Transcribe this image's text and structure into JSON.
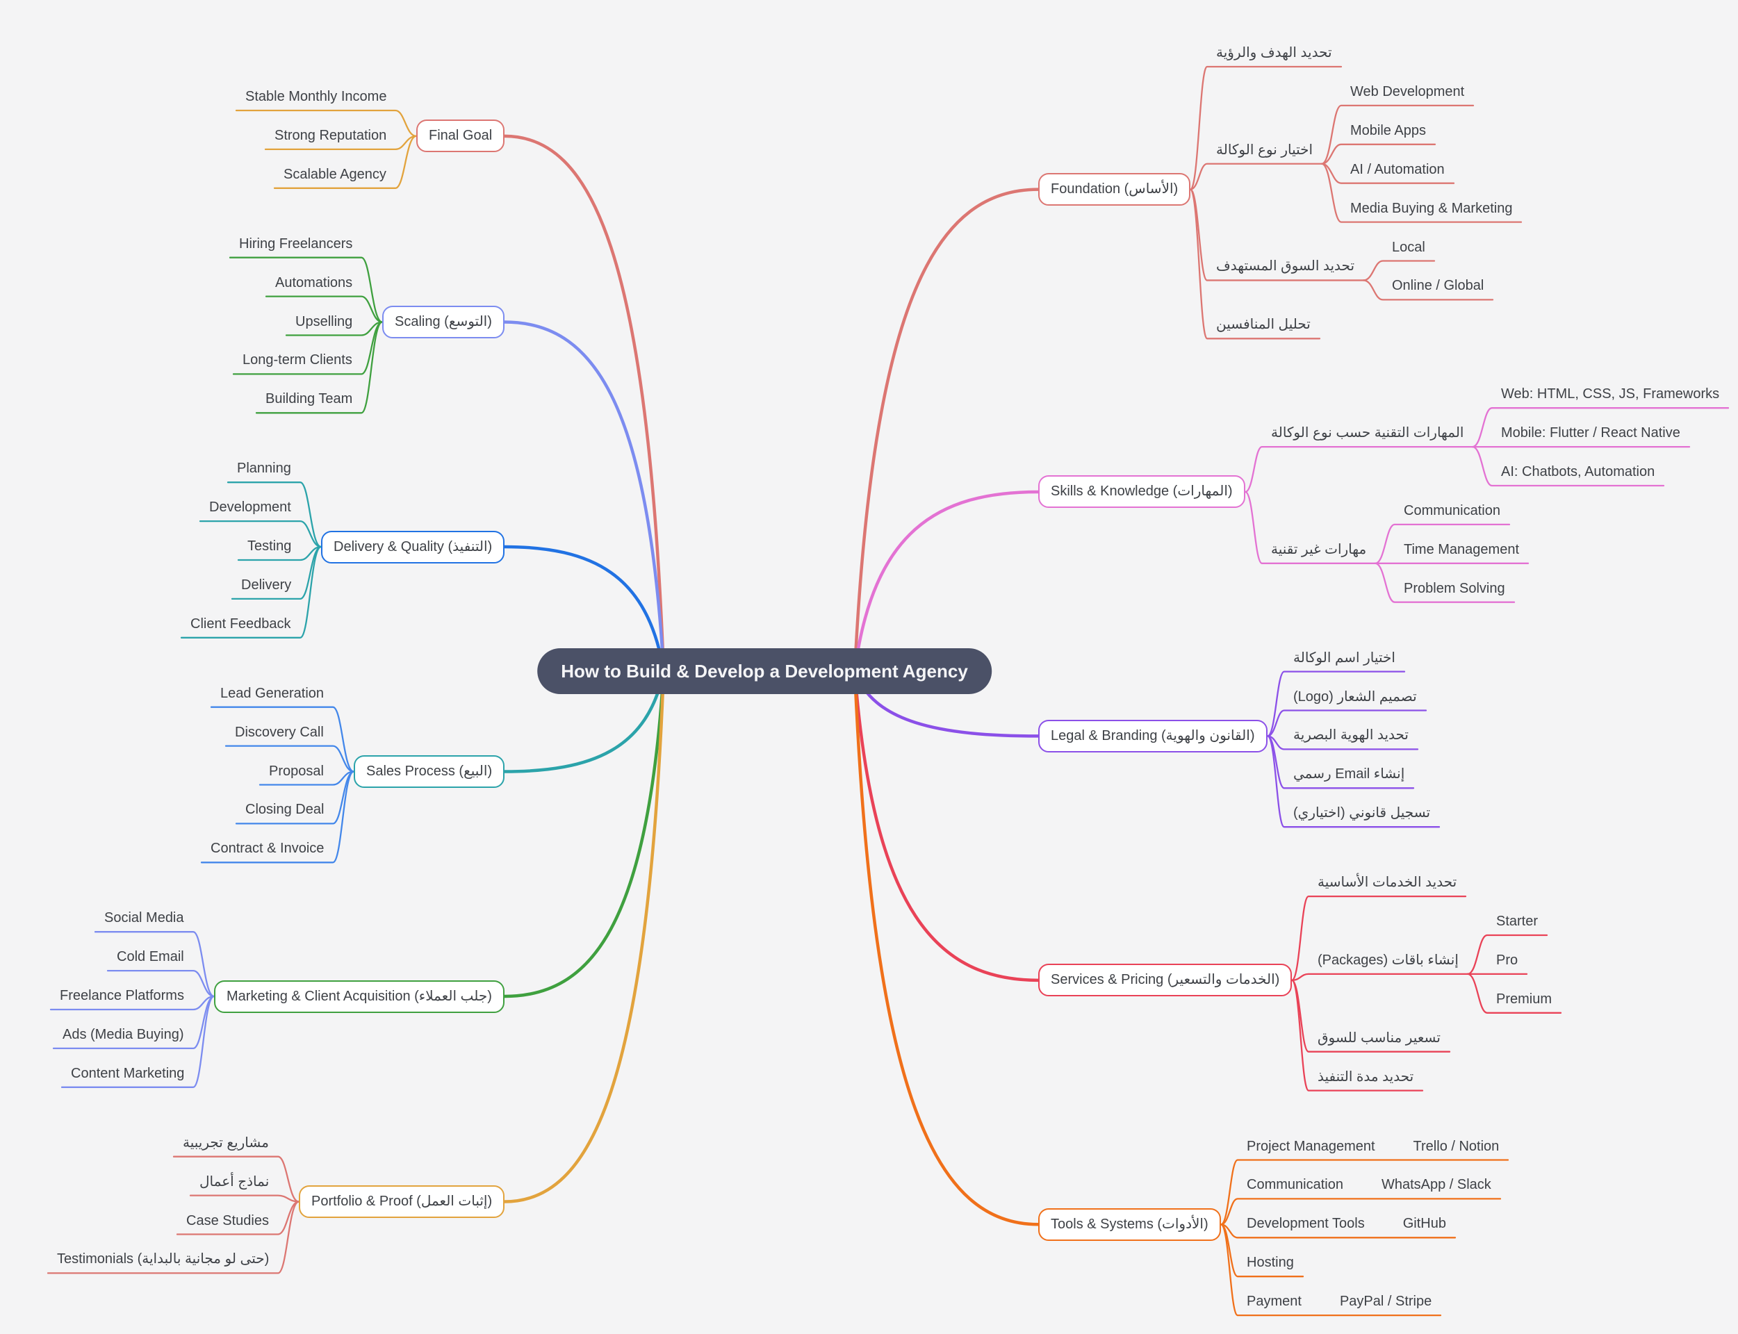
{
  "title": "How to Build & Develop a Development Agency",
  "background": "#f4f4f5",
  "text_color": "#3e4146",
  "root": {
    "label": "How to Build & Develop a Development Agency",
    "bg": "#4b5167",
    "text": "#f5f5f7"
  },
  "left_branches": [
    {
      "label": "Final Goal",
      "box_color": "#dc7672",
      "line_color": "#e2a33d",
      "children": [
        {
          "label": "Stable Monthly Income"
        },
        {
          "label": "Strong Reputation"
        },
        {
          "label": "Scalable Agency"
        }
      ]
    },
    {
      "label": "Scaling (التوسع)",
      "box_color": "#7c8cf0",
      "line_color": "#3fa03f",
      "children": [
        {
          "label": "Hiring Freelancers"
        },
        {
          "label": "Automations"
        },
        {
          "label": "Upselling"
        },
        {
          "label": "Long-term Clients"
        },
        {
          "label": "Building Team"
        }
      ]
    },
    {
      "label": "Delivery & Quality (التنفيذ)",
      "box_color": "#2172e3",
      "line_color": "#2ba3aa",
      "children": [
        {
          "label": "Planning"
        },
        {
          "label": "Development"
        },
        {
          "label": "Testing"
        },
        {
          "label": "Delivery"
        },
        {
          "label": "Client Feedback"
        }
      ]
    },
    {
      "label": "Sales Process (البيع)",
      "box_color": "#2ba3aa",
      "line_color": "#4387ea",
      "children": [
        {
          "label": "Lead Generation"
        },
        {
          "label": "Discovery Call"
        },
        {
          "label": "Proposal"
        },
        {
          "label": "Closing Deal"
        },
        {
          "label": "Contract & Invoice"
        }
      ]
    },
    {
      "label": "Marketing & Client Acquisition (جلب العملاء)",
      "box_color": "#3fa03f",
      "line_color": "#7c8cf0",
      "children": [
        {
          "label": "Social Media"
        },
        {
          "label": "Cold Email"
        },
        {
          "label": "Freelance Platforms"
        },
        {
          "label": "Ads (Media Buying)"
        },
        {
          "label": "Content Marketing"
        }
      ]
    },
    {
      "label": "Portfolio & Proof (إثبات العمل)",
      "box_color": "#e2a33d",
      "line_color": "#dc7672",
      "children": [
        {
          "label": "مشاريع تجريبية"
        },
        {
          "label": "نماذج أعمال"
        },
        {
          "label": "Case Studies"
        },
        {
          "label": "Testimonials (حتى لو مجانية بالبداية)"
        }
      ]
    }
  ],
  "right_branches": [
    {
      "label": "Foundation (الأساس)",
      "box_color": "#dc7672",
      "line_color": "#dc7672",
      "children": [
        {
          "label": "تحديد الهدف والرؤية"
        },
        {
          "label": "اختيار نوع الوكالة",
          "children": [
            {
              "label": "Web Development"
            },
            {
              "label": "Mobile Apps"
            },
            {
              "label": "AI / Automation"
            },
            {
              "label": "Media Buying & Marketing"
            }
          ]
        },
        {
          "label": "تحديد السوق المستهدف",
          "children": [
            {
              "label": "Local"
            },
            {
              "label": "Online / Global"
            }
          ]
        },
        {
          "label": "تحليل المنافسين"
        }
      ]
    },
    {
      "label": "Skills & Knowledge (المهارات)",
      "box_color": "#e372d3",
      "line_color": "#e372d3",
      "children": [
        {
          "label": "المهارات التقنية حسب نوع الوكالة",
          "children": [
            {
              "label": "Web: HTML, CSS, JS, Frameworks"
            },
            {
              "label": "Mobile: Flutter / React Native"
            },
            {
              "label": "AI: Chatbots, Automation"
            }
          ]
        },
        {
          "label": "مهارات غير تقنية",
          "children": [
            {
              "label": "Communication"
            },
            {
              "label": "Time Management"
            },
            {
              "label": "Problem Solving"
            }
          ]
        }
      ]
    },
    {
      "label": "Legal & Branding (القانون والهوية)",
      "box_color": "#8b50e8",
      "line_color": "#8b50e8",
      "children": [
        {
          "label": "اختيار اسم الوكالة"
        },
        {
          "label": "تصميم الشعار (Logo)"
        },
        {
          "label": "تحديد الهوية البصرية"
        },
        {
          "label": "إنشاء Email رسمي"
        },
        {
          "label": "تسجيل قانوني (اختياري)"
        }
      ]
    },
    {
      "label": "Services & Pricing (الخدمات والتسعير)",
      "box_color": "#e94257",
      "line_color": "#e94257",
      "children": [
        {
          "label": "تحديد الخدمات الأساسية"
        },
        {
          "label": "إنشاء باقات (Packages)",
          "children": [
            {
              "label": "Starter"
            },
            {
              "label": "Pro"
            },
            {
              "label": "Premium"
            }
          ]
        },
        {
          "label": "تسعير مناسب للسوق"
        },
        {
          "label": "تحديد مدة التنفيذ"
        }
      ]
    },
    {
      "label": "Tools & Systems (الأدوات)",
      "box_color": "#f0701a",
      "line_color": "#f0701a",
      "children": [
        {
          "label": "Project Management",
          "label2": "Trello / Notion"
        },
        {
          "label": "Communication",
          "label2": "WhatsApp / Slack"
        },
        {
          "label": "Development Tools",
          "label2": "GitHub"
        },
        {
          "label": "Hosting"
        },
        {
          "label": "Payment",
          "label2": "PayPal / Stripe"
        }
      ]
    }
  ]
}
